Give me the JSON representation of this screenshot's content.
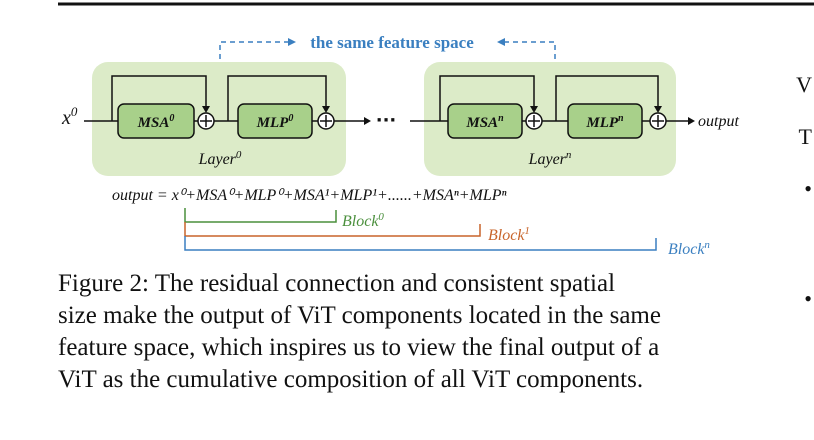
{
  "diagram": {
    "feature_space_label": "the same feature space",
    "input_label": "0",
    "input_symbol": "x",
    "output_label": "output",
    "ellipsis": "···",
    "layer0": {
      "label": "Layer",
      "sup": "0",
      "msa": "MSA",
      "msa_sup": "0",
      "mlp": "MLP",
      "mlp_sup": "0"
    },
    "layern": {
      "label": "Layer",
      "sup": "n",
      "msa": "MSA",
      "msa_sup": "n",
      "mlp": "MLP",
      "mlp_sup": "n"
    },
    "equation": "output = x⁰+MSA⁰+MLP⁰+MSA¹+MLP¹+......+MSAⁿ+MLPⁿ",
    "blocks": [
      {
        "label": "Block",
        "sup": "0",
        "color": "#4a8f3c"
      },
      {
        "label": "Block",
        "sup": "1",
        "color": "#c8642a"
      },
      {
        "label": "Block",
        "sup": "n",
        "color": "#3a7fc0"
      }
    ],
    "colors": {
      "panel": "#dcebc8",
      "module": "#a8d08a",
      "accent_blue": "#3a7fc0"
    }
  },
  "caption": {
    "lines": [
      "Figure 2: The residual connection and consistent spatial",
      "size make the output of ViT components located in the same",
      "feature space, which inspires us to view the final output of a",
      "ViT as the cumulative composition of all ViT components."
    ]
  },
  "right_fragments": [
    "V",
    "T",
    "•",
    "•"
  ]
}
